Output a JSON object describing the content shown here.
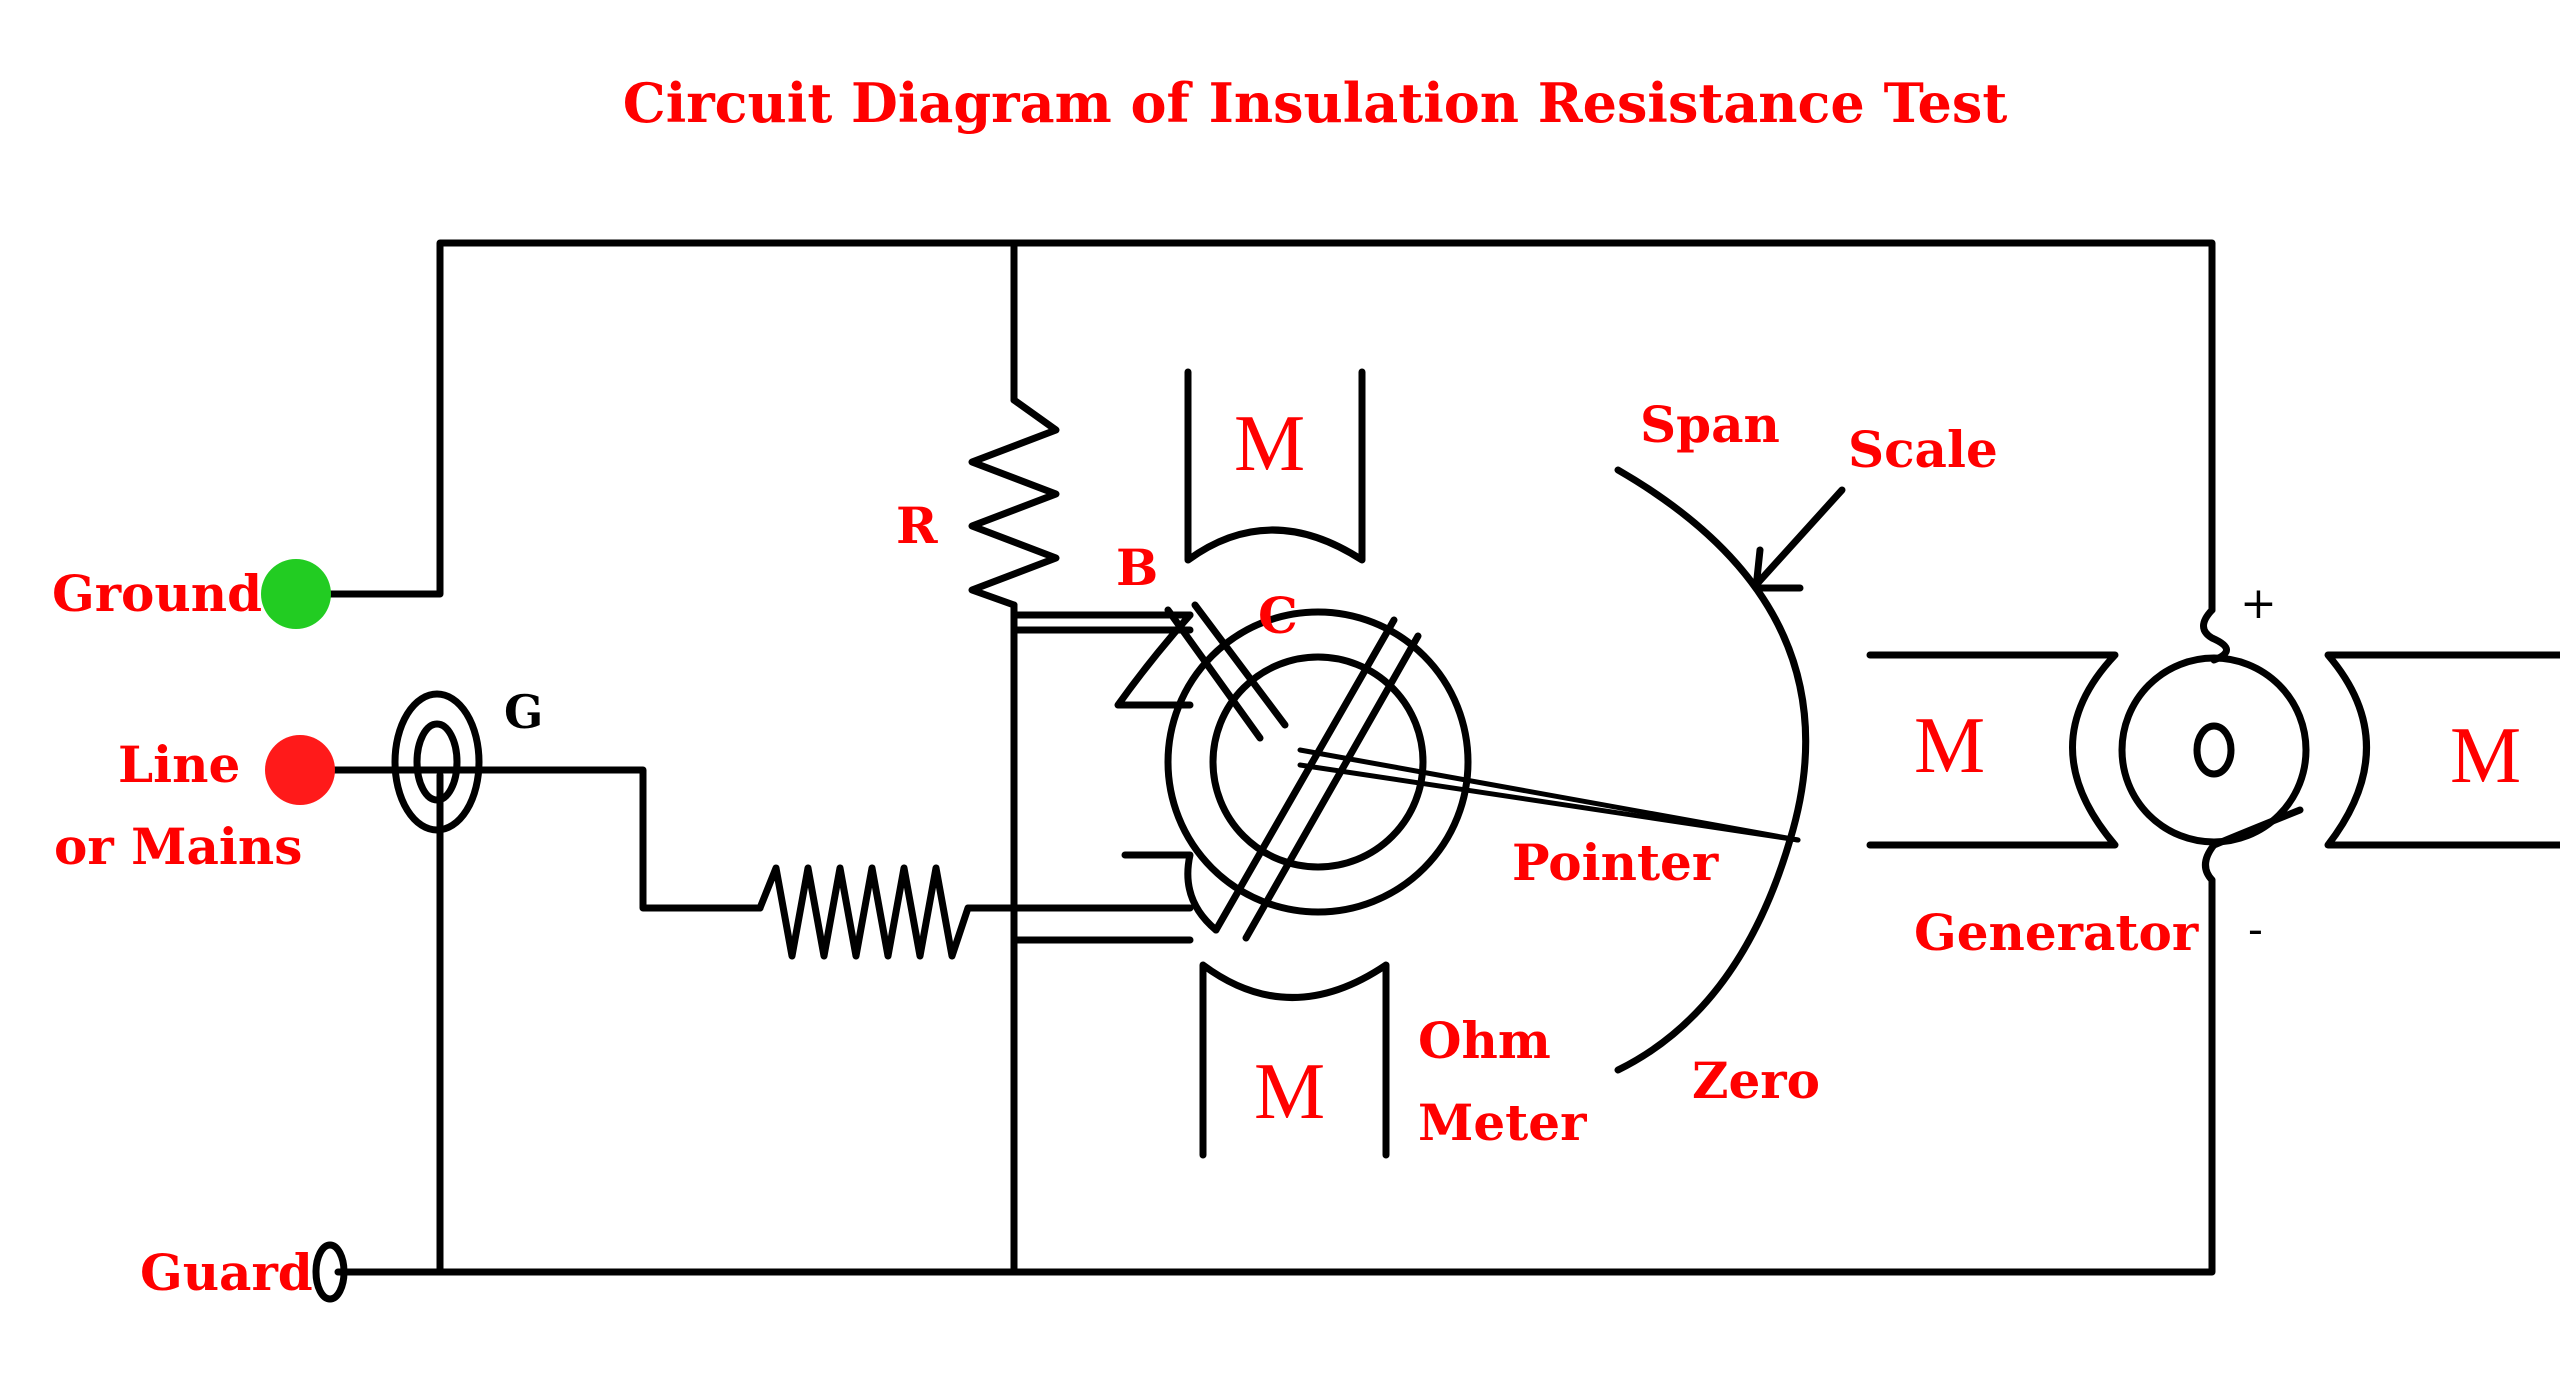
{
  "title": "Circuit Diagram of Insulation Resistance Test",
  "colors": {
    "label": "#ff0000",
    "wire": "#000000",
    "ground_terminal": "#22cc22",
    "line_terminal": "#ff1a1a"
  },
  "labels": {
    "ground": "Ground",
    "line": "Line",
    "or_mains": "or Mains",
    "guard": "Guard",
    "g": "G",
    "r": "R",
    "b": "B",
    "c": "C",
    "span": "Span",
    "scale": "Scale",
    "pointer": "Pointer",
    "zero": "Zero",
    "ohm": "Ohm",
    "meter": "Meter",
    "generator": "Generator",
    "plus": "+",
    "minus": "-",
    "magnet": "M"
  }
}
